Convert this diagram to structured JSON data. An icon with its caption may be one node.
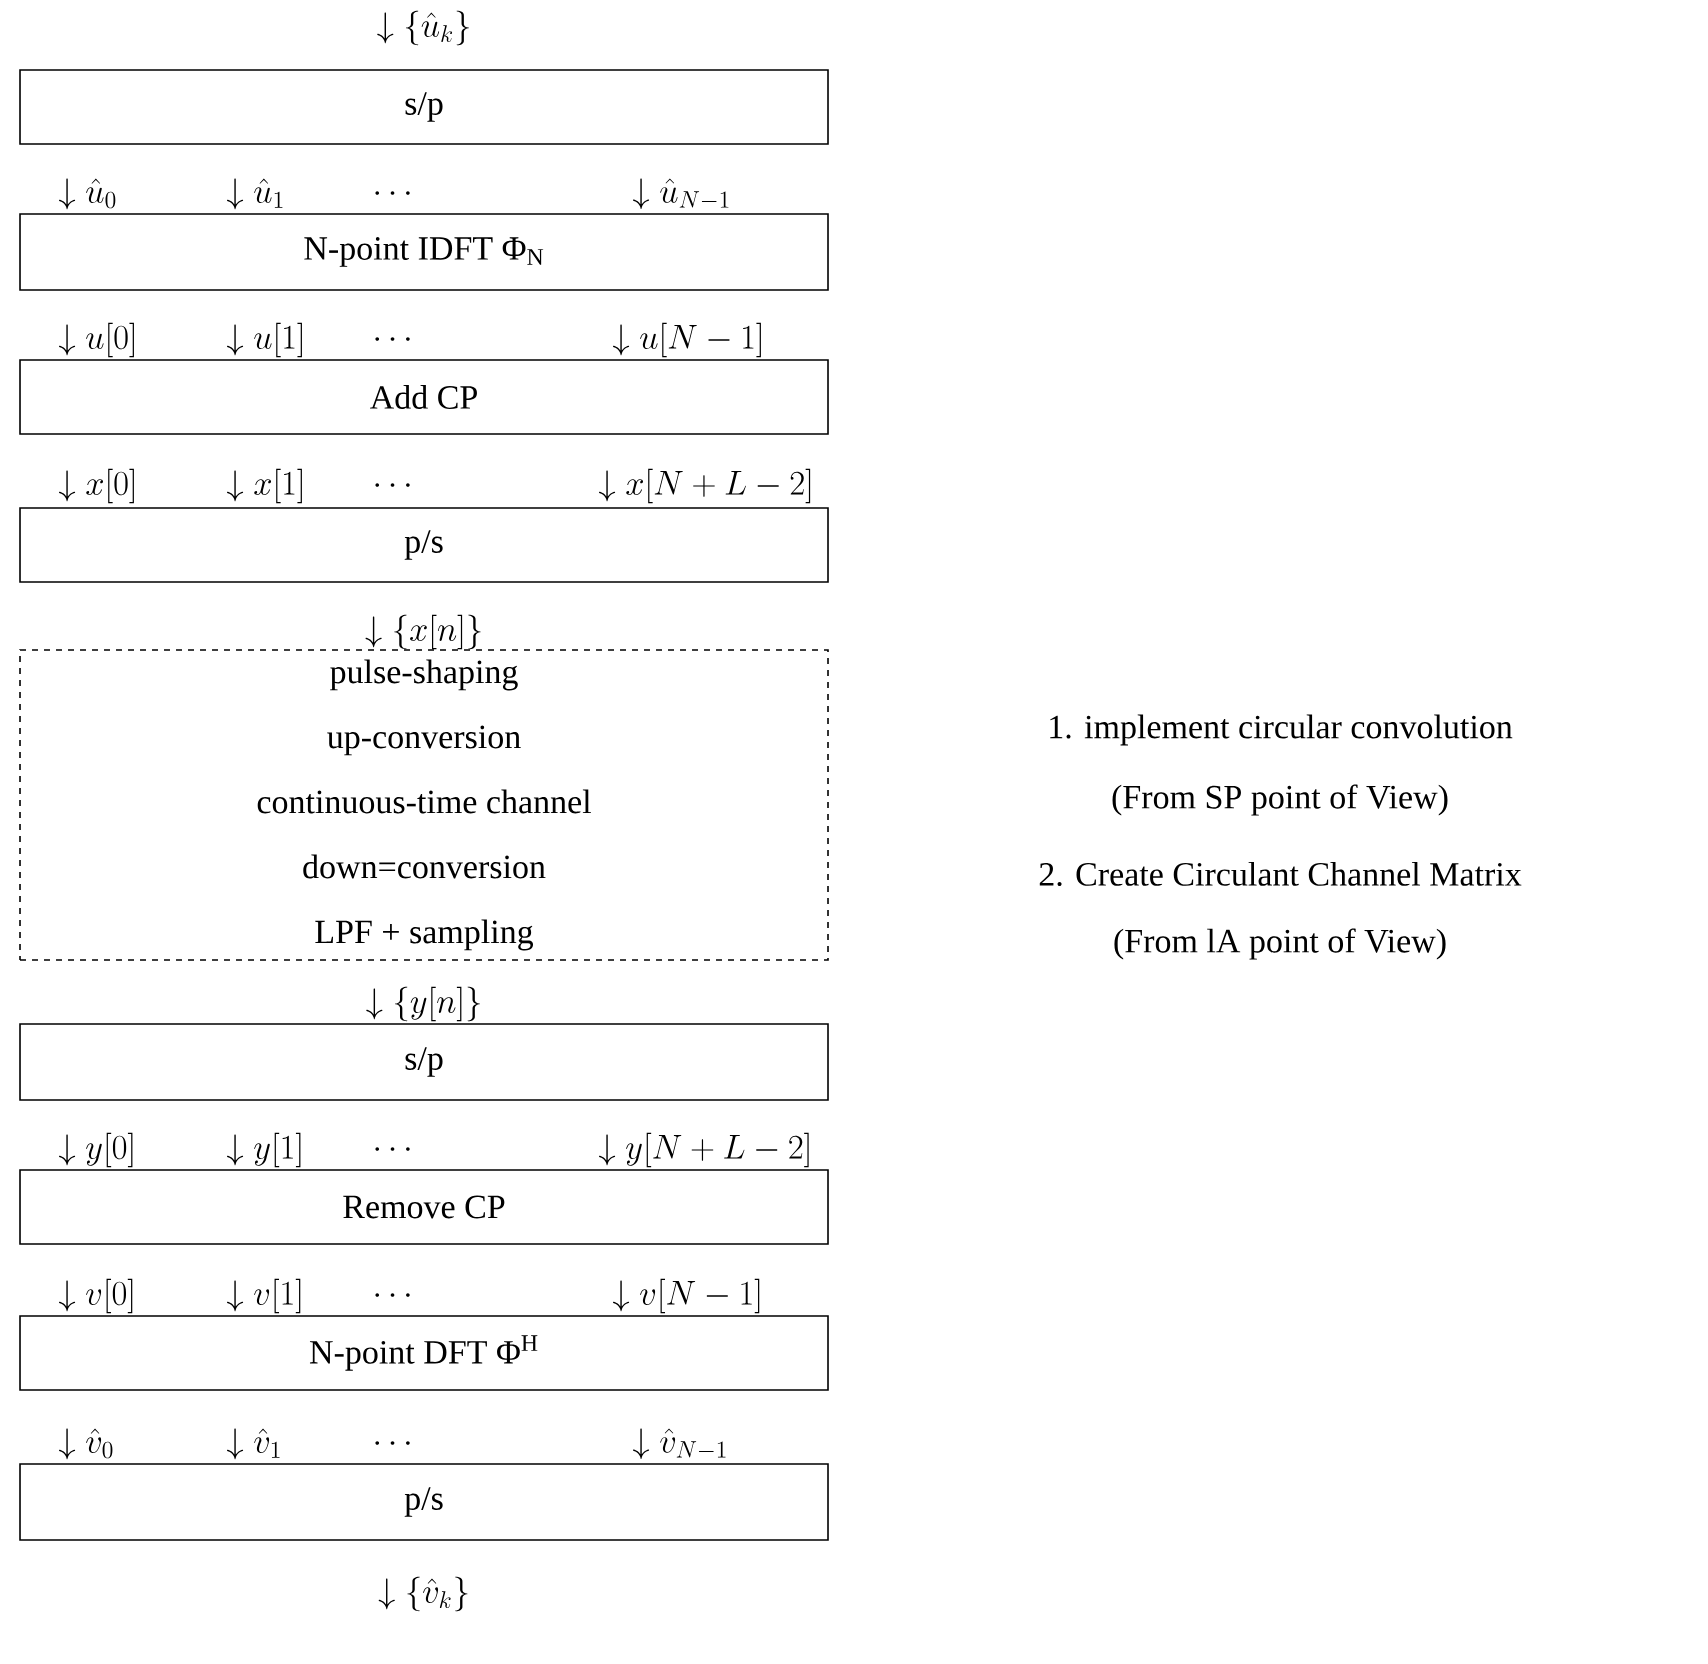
{
  "diagram": {
    "nodes": [
      {
        "text": [
          "s/p"
        ]
      },
      {
        "text": [
          "N-point IDFT Φ$_{N}$"
        ]
      },
      {
        "text": [
          "Add CP"
        ]
      },
      {
        "text": [
          "p/s"
        ]
      },
      {
        "text": [
          "pulse-shaping",
          "up-conversion",
          "continuous-time channel",
          "down=conversion",
          "LPF + sampling"
        ]
      },
      {
        "text": [
          "s/p"
        ]
      },
      {
        "text": [
          "Remove CP"
        ]
      },
      {
        "text": [
          "N-point DFT Φ$^{H}$"
        ]
      },
      {
        "text": [
          "p/s"
        ]
      }
    ],
    "labels": [
      "\\downarrow\\{\\hat{u}_k\\}",
      "\\downarrow\\hat{u}_0",
      "\\downarrow\\hat{u}_1",
      "\\cdots",
      "\\downarrow\\hat{u}_{N-1}",
      "\\downarrow u[0]",
      "\\downarrow u[1]",
      "\\cdots",
      "\\downarrow u[N-1]",
      "\\downarrow x[0]",
      "\\downarrow x[1]",
      "\\cdots",
      "\\downarrow x[N+L-2]",
      "\\downarrow\\{x[n]\\}",
      "1. implement circular convolution",
      "(From SP point of View)",
      "2. Create Circulant Channel Matrix",
      "(From lA point of View)",
      "\\downarrow\\{y[n]\\}",
      "\\downarrow y[0]",
      "\\downarrow y[1]",
      "\\cdots",
      "\\downarrow y[N+L-2]",
      "\\downarrow v[0]",
      "\\downarrow v[1]",
      "\\cdots",
      "\\downarrow v[N-1]",
      "\\downarrow\\hat{v}_0",
      "\\downarrow\\hat{v}_1",
      "\\cdots",
      "\\downarrow\\hat{v}_{N-1}",
      "\\downarrow\\{\\hat{v}_k\\}"
    ]
  }
}
